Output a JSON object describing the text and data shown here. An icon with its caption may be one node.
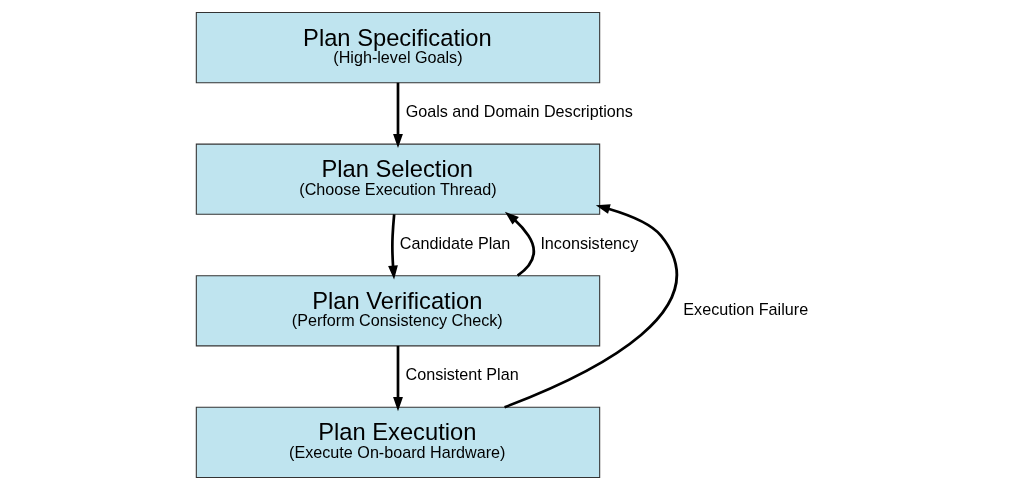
{
  "diagram": {
    "nodes": [
      {
        "text": [
          "Plan Specification",
          "(High-level Goals)"
        ]
      },
      {
        "text": [
          "Plan Selection",
          "(Choose Execution Thread)"
        ]
      },
      {
        "text": [
          "Plan Verification",
          "(Perform Consistency Check)"
        ]
      },
      {
        "text": [
          "Plan Execution",
          "(Execute On-board Hardware)"
        ]
      }
    ],
    "edges": [
      {
        "from": 0,
        "to": 1,
        "arrow": "to",
        "label": "Goals and Domain Descriptions"
      },
      {
        "from": 1,
        "to": 2,
        "arrow": "to",
        "label": "Candidate Plan"
      },
      {
        "from": 2,
        "to": 3,
        "arrow": "to",
        "label": "Consistent Plan"
      },
      {
        "from": 2,
        "to": 1,
        "arrow": "to",
        "label": "Inconsistency"
      },
      {
        "from": 3,
        "to": 1,
        "arrow": "to",
        "label": "Execution Failure"
      }
    ]
  }
}
